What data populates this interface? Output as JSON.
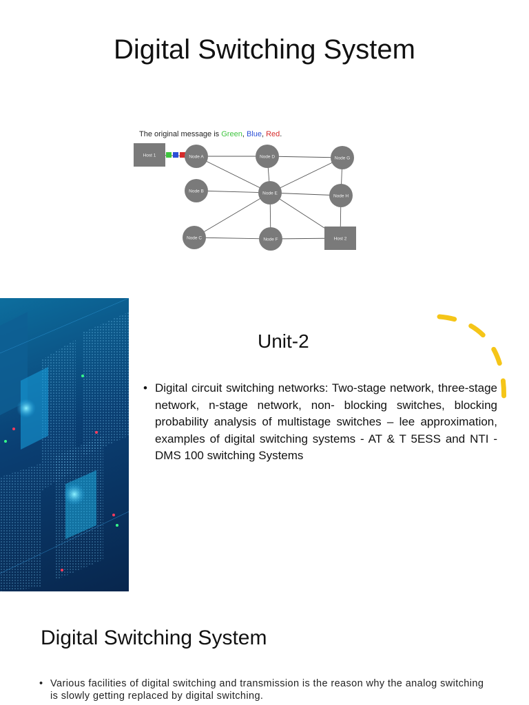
{
  "slide1": {
    "title": "Digital Switching System",
    "diagram": {
      "caption_prefix": "The original message is ",
      "caption_green": "Green",
      "caption_sep1": ", ",
      "caption_blue": "Blue",
      "caption_sep2": ", ",
      "caption_red": "Red",
      "caption_end": ".",
      "colors": {
        "green": "#3ec43e",
        "blue": "#2b4fd6",
        "red": "#d62b2b",
        "node": "#7a7a7a",
        "edge": "#555555"
      },
      "nodes": [
        {
          "id": "host1",
          "label": "Host 1",
          "shape": "square"
        },
        {
          "id": "A",
          "label": "Node A",
          "shape": "circle"
        },
        {
          "id": "B",
          "label": "Node B",
          "shape": "circle"
        },
        {
          "id": "C",
          "label": "Node C",
          "shape": "circle"
        },
        {
          "id": "D",
          "label": "Node D",
          "shape": "circle"
        },
        {
          "id": "E",
          "label": "Node E",
          "shape": "circle"
        },
        {
          "id": "F",
          "label": "Node F",
          "shape": "circle"
        },
        {
          "id": "G",
          "label": "Node G",
          "shape": "circle"
        },
        {
          "id": "H",
          "label": "Node H",
          "shape": "circle"
        },
        {
          "id": "host2",
          "label": "Host 2",
          "shape": "square"
        }
      ],
      "edges": [
        [
          "host1",
          "A"
        ],
        [
          "A",
          "D"
        ],
        [
          "D",
          "G"
        ],
        [
          "A",
          "E"
        ],
        [
          "D",
          "E"
        ],
        [
          "E",
          "G"
        ],
        [
          "G",
          "H"
        ],
        [
          "B",
          "E"
        ],
        [
          "E",
          "H"
        ],
        [
          "E",
          "C"
        ],
        [
          "E",
          "F"
        ],
        [
          "E",
          "host2"
        ],
        [
          "C",
          "F"
        ],
        [
          "F",
          "host2"
        ],
        [
          "H",
          "host2"
        ]
      ]
    }
  },
  "slide2": {
    "title": "Unit-2",
    "bullet_symbol": "•",
    "bullets": [
      "Digital circuit switching networks: Two-stage network, three-stage network, n-stage network, non- blocking switches, blocking probability analysis of multistage switches – lee approximation, examples of digital switching systems - AT & T 5ESS and NTI - DMS 100 switching Systems"
    ],
    "accent_color": "#f5c518"
  },
  "slide3": {
    "title": "Digital Switching System",
    "bullet_symbol": "•",
    "bullets": [
      "Various facilities of digital switching and transmission is the reason why the analog switching is slowly getting replaced by digital switching."
    ]
  }
}
